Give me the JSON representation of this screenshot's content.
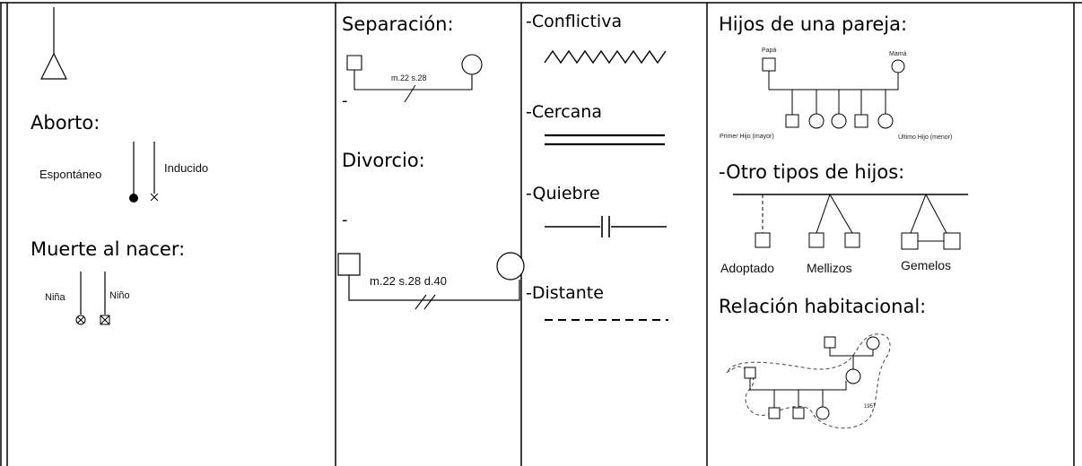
{
  "col1": {
    "aborto_title": "Aborto:",
    "espontaneo": "Espontáneo",
    "inducido": "Inducido",
    "muerte_title": "Muerte al  nacer:",
    "nina": "Niña",
    "nino": "Niño"
  },
  "col2": {
    "separacion_title": "Separación:",
    "sep_label": "m.22 s.28",
    "dash1": "-",
    "divorcio_title": "Divorcio:",
    "dash2": "-",
    "div_label": "m.22 s.28 d.40"
  },
  "col3": {
    "conflictiva": "-Conflictiva",
    "cercana": "-Cercana",
    "quiebre": "-Quiebre",
    "distante": "-Distante"
  },
  "col4": {
    "hijos_title": "Hijos de una pareja:",
    "papa": "Papá",
    "mama": "Mamá",
    "primer_hijo": "Primer Hijo (mayor)",
    "ultimo_hijo": "Último Hijo (menor)",
    "otros_title": "-Otro tipos de hijos:",
    "adoptado": "Adoptado",
    "mellizos": "Mellizos",
    "gemelos": "Gemelos",
    "relacion_title": "Relación habitacional:",
    "year": "1957"
  }
}
